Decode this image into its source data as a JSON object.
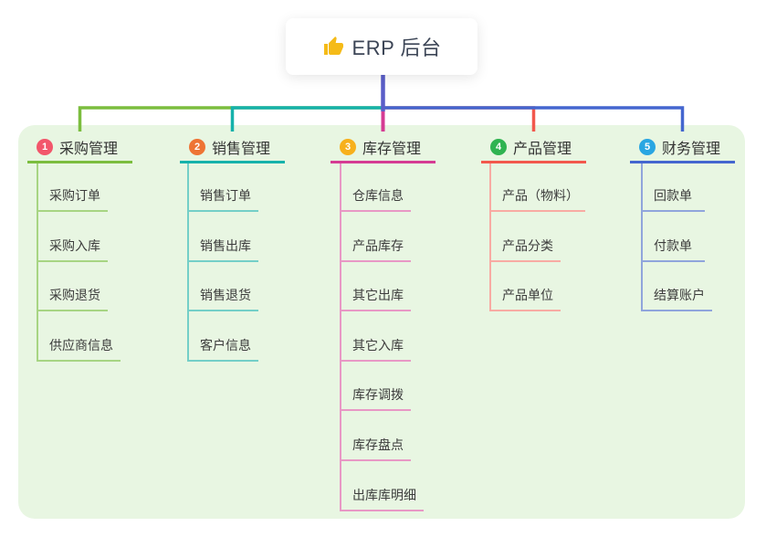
{
  "root": {
    "label": "ERP 后台",
    "icon": "thumbs-up"
  },
  "branches": [
    {
      "num": "1",
      "label": "采购管理",
      "color": "#7bbd3e",
      "light_color": "#a7d583",
      "badge_color": "#f2566b",
      "children": [
        "采购订单",
        "采购入库",
        "采购退货",
        "供应商信息"
      ]
    },
    {
      "num": "2",
      "label": "销售管理",
      "color": "#16b2ab",
      "light_color": "#74cfc8",
      "badge_color": "#ee7434",
      "children": [
        "销售订单",
        "销售出库",
        "销售退货",
        "客户信息"
      ]
    },
    {
      "num": "3",
      "label": "库存管理",
      "color": "#d53b93",
      "light_color": "#e898c5",
      "badge_color": "#f7b01c",
      "children": [
        "仓库信息",
        "产品库存",
        "其它出库",
        "其它入库",
        "库存调拨",
        "库存盘点",
        "出库库明细"
      ]
    },
    {
      "num": "4",
      "label": "产品管理",
      "color": "#f2584d",
      "light_color": "#f8aba3",
      "badge_color": "#2fb351",
      "children": [
        "产品（物料）",
        "产品分类",
        "产品单位"
      ]
    },
    {
      "num": "5",
      "label": "财务管理",
      "color": "#4466cf",
      "light_color": "#90a5dc",
      "badge_color": "#29a6e2",
      "children": [
        "回款单",
        "付款单",
        "结算账户"
      ]
    }
  ],
  "colors": {
    "panel_bg": "#e8f6e2",
    "root_connector": "#5a5ec8",
    "thumb_icon": "#f5bb18"
  }
}
